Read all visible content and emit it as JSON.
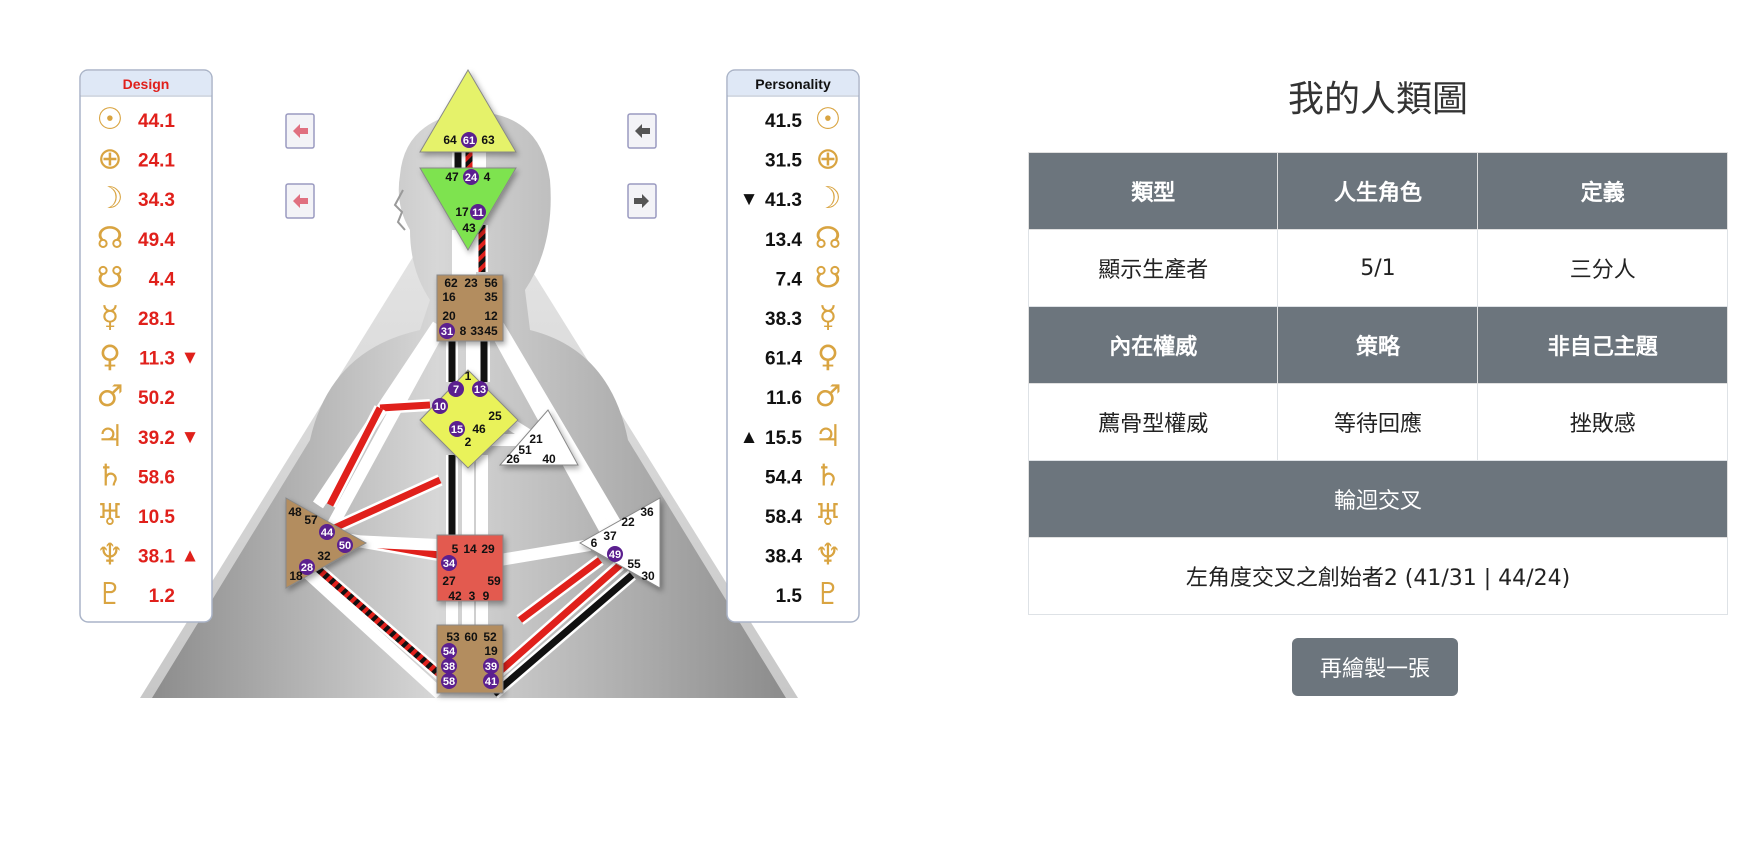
{
  "design_panel": {
    "title": "Design",
    "color": "#e0201b",
    "planets": [
      {
        "icon": "sun-icon",
        "glyph": "☉",
        "value": "44.1",
        "arrow": ""
      },
      {
        "icon": "earth-icon",
        "glyph": "⊕",
        "value": "24.1",
        "arrow": ""
      },
      {
        "icon": "moon-icon",
        "glyph": "☽",
        "value": "34.3",
        "arrow": ""
      },
      {
        "icon": "north-node-icon",
        "glyph": "☊",
        "value": "49.4",
        "arrow": ""
      },
      {
        "icon": "south-node-icon",
        "glyph": "☋",
        "value": "4.4",
        "arrow": ""
      },
      {
        "icon": "mercury-icon",
        "glyph": "☿",
        "value": "28.1",
        "arrow": ""
      },
      {
        "icon": "venus-icon",
        "glyph": "♀",
        "value": "11.3",
        "arrow": "▼"
      },
      {
        "icon": "mars-icon",
        "glyph": "♂",
        "value": "50.2",
        "arrow": ""
      },
      {
        "icon": "jupiter-icon",
        "glyph": "♃",
        "value": "39.2",
        "arrow": "▼"
      },
      {
        "icon": "saturn-icon",
        "glyph": "♄",
        "value": "58.6",
        "arrow": ""
      },
      {
        "icon": "uranus-icon",
        "glyph": "♅",
        "value": "10.5",
        "arrow": ""
      },
      {
        "icon": "neptune-icon",
        "glyph": "♆",
        "value": "38.1",
        "arrow": "▲"
      },
      {
        "icon": "pluto-icon",
        "glyph": "♇",
        "value": "1.2",
        "arrow": ""
      }
    ]
  },
  "personality_panel": {
    "title": "Personality",
    "color": "#111111",
    "planets": [
      {
        "icon": "sun-icon",
        "glyph": "☉",
        "value": "41.5",
        "arrow": ""
      },
      {
        "icon": "earth-icon",
        "glyph": "⊕",
        "value": "31.5",
        "arrow": ""
      },
      {
        "icon": "moon-icon",
        "glyph": "☽",
        "value": "41.3",
        "arrow": "▼"
      },
      {
        "icon": "north-node-icon",
        "glyph": "☊",
        "value": "13.4",
        "arrow": ""
      },
      {
        "icon": "south-node-icon",
        "glyph": "☋",
        "value": "7.4",
        "arrow": ""
      },
      {
        "icon": "mercury-icon",
        "glyph": "☿",
        "value": "38.3",
        "arrow": ""
      },
      {
        "icon": "venus-icon",
        "glyph": "♀",
        "value": "61.4",
        "arrow": ""
      },
      {
        "icon": "mars-icon",
        "glyph": "♂",
        "value": "11.6",
        "arrow": ""
      },
      {
        "icon": "jupiter-icon",
        "glyph": "♃",
        "value": "15.5",
        "arrow": "▲"
      },
      {
        "icon": "saturn-icon",
        "glyph": "♄",
        "value": "54.4",
        "arrow": ""
      },
      {
        "icon": "uranus-icon",
        "glyph": "♅",
        "value": "58.4",
        "arrow": ""
      },
      {
        "icon": "neptune-icon",
        "glyph": "♆",
        "value": "38.4",
        "arrow": ""
      },
      {
        "icon": "pluto-icon",
        "glyph": "♇",
        "value": "1.5",
        "arrow": ""
      }
    ]
  },
  "glyph_color": "#d9a441",
  "centers": {
    "head": [
      "64",
      "61",
      "63"
    ],
    "ajna": [
      "47",
      "24",
      "4",
      "17",
      "11",
      "43"
    ],
    "throat": [
      "62",
      "23",
      "56",
      "16",
      "35",
      "20",
      "12",
      "31",
      "8",
      "33",
      "45"
    ],
    "g": [
      "1",
      "7",
      "13",
      "10",
      "25",
      "15",
      "46",
      "2"
    ],
    "heart": [
      "21",
      "51",
      "26",
      "40"
    ],
    "spleen": [
      "48",
      "57",
      "44",
      "50",
      "32",
      "28",
      "18"
    ],
    "sacral": [
      "5",
      "14",
      "29",
      "34",
      "27",
      "59",
      "42",
      "3",
      "9"
    ],
    "solar_plexus": [
      "36",
      "22",
      "37",
      "6",
      "49",
      "55",
      "30"
    ],
    "root": [
      "53",
      "60",
      "52",
      "54",
      "19",
      "38",
      "39",
      "58",
      "41"
    ]
  },
  "activated_gates": [
    "61",
    "24",
    "11",
    "31",
    "7",
    "13",
    "10",
    "15",
    "44",
    "50",
    "28",
    "34",
    "49",
    "54",
    "38",
    "39",
    "58",
    "41"
  ],
  "colors": {
    "head_fill": "#e5f26a",
    "ajna_fill": "#7ee34f",
    "brown_fill": "#b38d5e",
    "g_fill": "#e9f25a",
    "sacral_fill": "#e35a4f",
    "white_fill": "#ffffff",
    "design_red": "#e0201b",
    "activated_circle": "#5b1f8f",
    "header_gray": "#6c757d"
  },
  "summary": {
    "title": "我的人類圖",
    "headers_row1": [
      "類型",
      "人生角色",
      "定義"
    ],
    "values_row1": [
      "顯示生產者",
      "5/1",
      "三分人"
    ],
    "headers_row2": [
      "內在權威",
      "策略",
      "非自己主題"
    ],
    "values_row2": [
      "薦骨型權威",
      "等待回應",
      "挫敗感"
    ],
    "cross_header": "輪迴交叉",
    "cross_value": "左角度交叉之創始者2 (41/31 | 44/24)",
    "redraw_label": "再繪製一張"
  }
}
